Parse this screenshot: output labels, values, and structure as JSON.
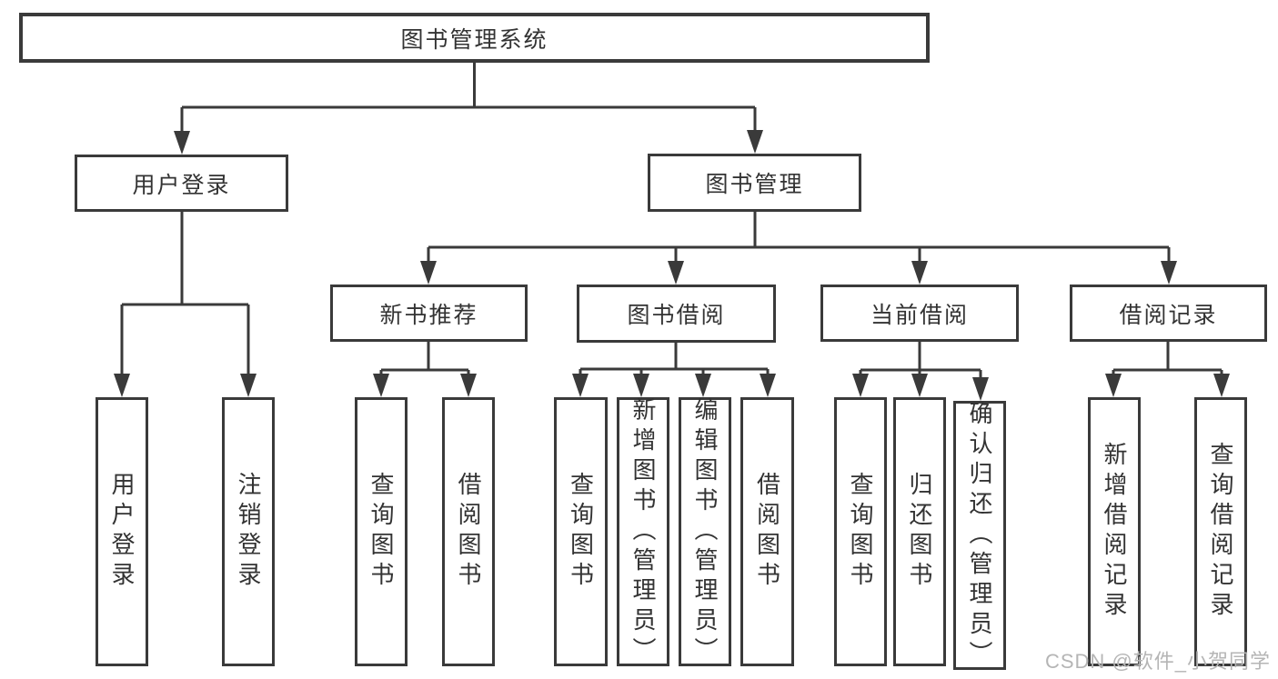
{
  "diagram": {
    "type": "hierarchy",
    "watermark": "CSDN @软件_小贺同学",
    "colors": {
      "line": "#3a3a3a",
      "box_border": "#3a3a3a",
      "text": "#333333",
      "background": "#ffffff",
      "watermark": "#b5b5b5"
    },
    "tree": {
      "label": "图书管理系统",
      "children": [
        {
          "label": "用户登录",
          "children": [
            {
              "label": "用户登录"
            },
            {
              "label": "注销登录"
            }
          ]
        },
        {
          "label": "图书管理",
          "children": [
            {
              "label": "新书推荐",
              "children": [
                {
                  "label": "查询图书"
                },
                {
                  "label": "借阅图书"
                }
              ]
            },
            {
              "label": "图书借阅",
              "children": [
                {
                  "label": "查询图书"
                },
                {
                  "label": "新增图书（管理员）"
                },
                {
                  "label": "编辑图书（管理员）"
                },
                {
                  "label": "借阅图书"
                }
              ]
            },
            {
              "label": "当前借阅",
              "children": [
                {
                  "label": "查询图书"
                },
                {
                  "label": "归还图书"
                },
                {
                  "label": "确认归还（管理员）"
                }
              ]
            },
            {
              "label": "借阅记录",
              "children": [
                {
                  "label": "新增借阅记录"
                },
                {
                  "label": "查询借阅记录"
                }
              ]
            }
          ]
        }
      ]
    }
  }
}
